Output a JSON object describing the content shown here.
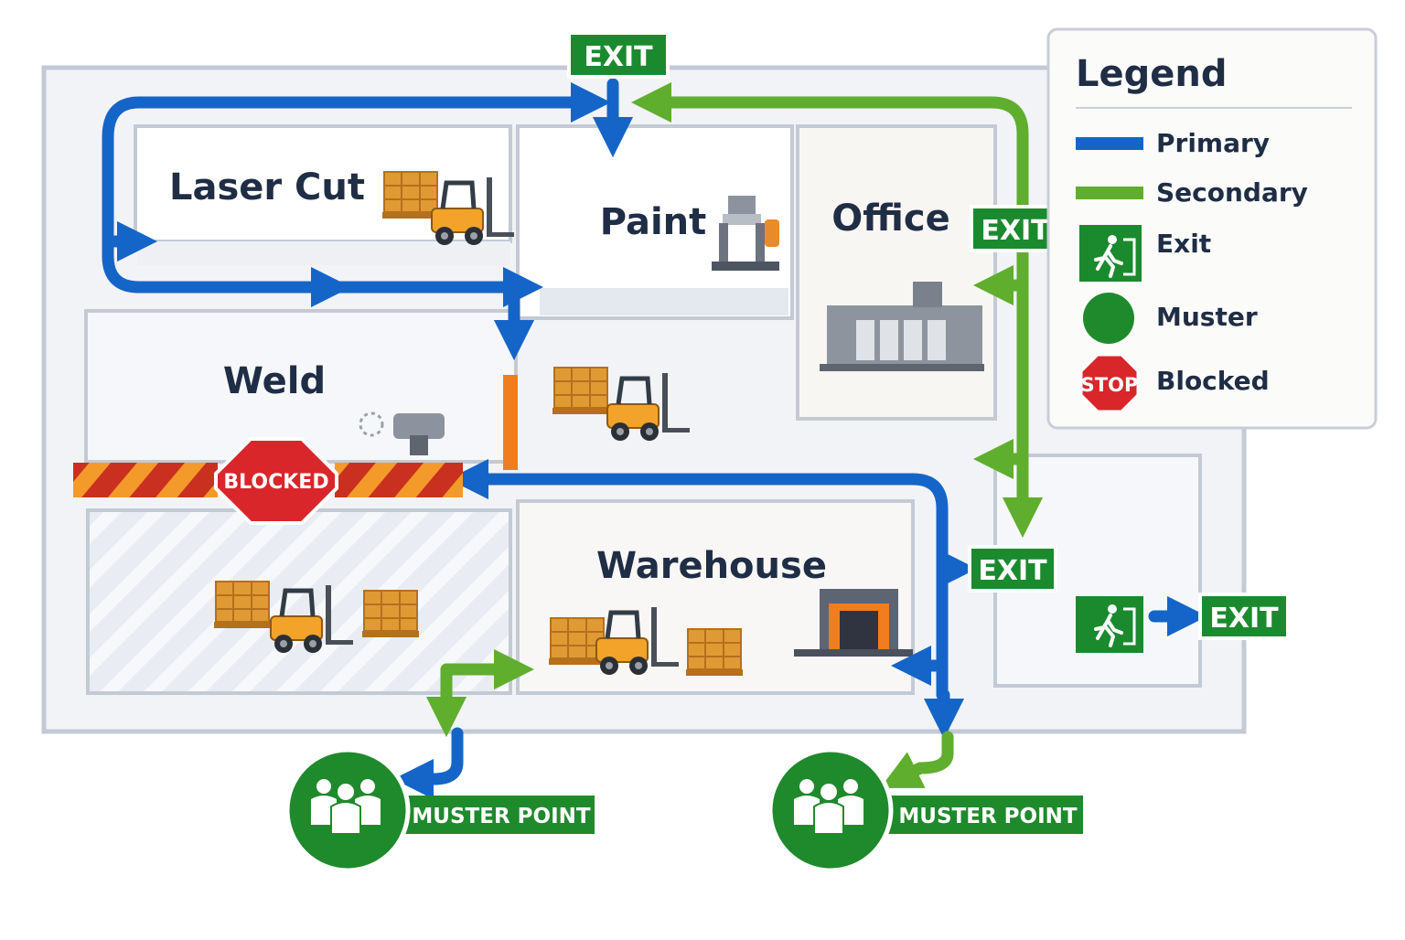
{
  "rooms": {
    "laser_cut": "Laser Cut",
    "paint": "Paint",
    "office": "Office",
    "weld": "Weld",
    "warehouse": "Warehouse"
  },
  "exits": {
    "top": "EXIT",
    "office_side": "EXIT",
    "warehouse_side": "EXIT",
    "far_right": "EXIT"
  },
  "blocked": {
    "label": "BLOCKED"
  },
  "muster_points": [
    {
      "label": "MUSTER POINT"
    },
    {
      "label": "MUSTER POINT"
    }
  ],
  "legend": {
    "title": "Legend",
    "items": [
      {
        "label": "Primary",
        "symbol": "blue-line",
        "color": "#1565c8"
      },
      {
        "label": "Secondary",
        "symbol": "green-line",
        "color": "#5fae2e"
      },
      {
        "label": "Exit",
        "symbol": "running-man-icon",
        "color": "#1b8a2e"
      },
      {
        "label": "Muster",
        "symbol": "green-dot",
        "color": "#1f8a2c"
      },
      {
        "label": "Blocked",
        "symbol": "stop-sign-icon",
        "stop_text": "STOP",
        "color": "#d8262a"
      }
    ]
  },
  "colors": {
    "primary_route": "#1565c8",
    "secondary_route": "#5fae2e",
    "exit_sign": "#1b8a2e",
    "muster": "#1f8a2c",
    "blocked": "#d8262a",
    "hazard_stripe": "#f39a2a",
    "wall": "#c4cad4",
    "forklift": "#f3a22a",
    "crate": "#e09a34"
  }
}
